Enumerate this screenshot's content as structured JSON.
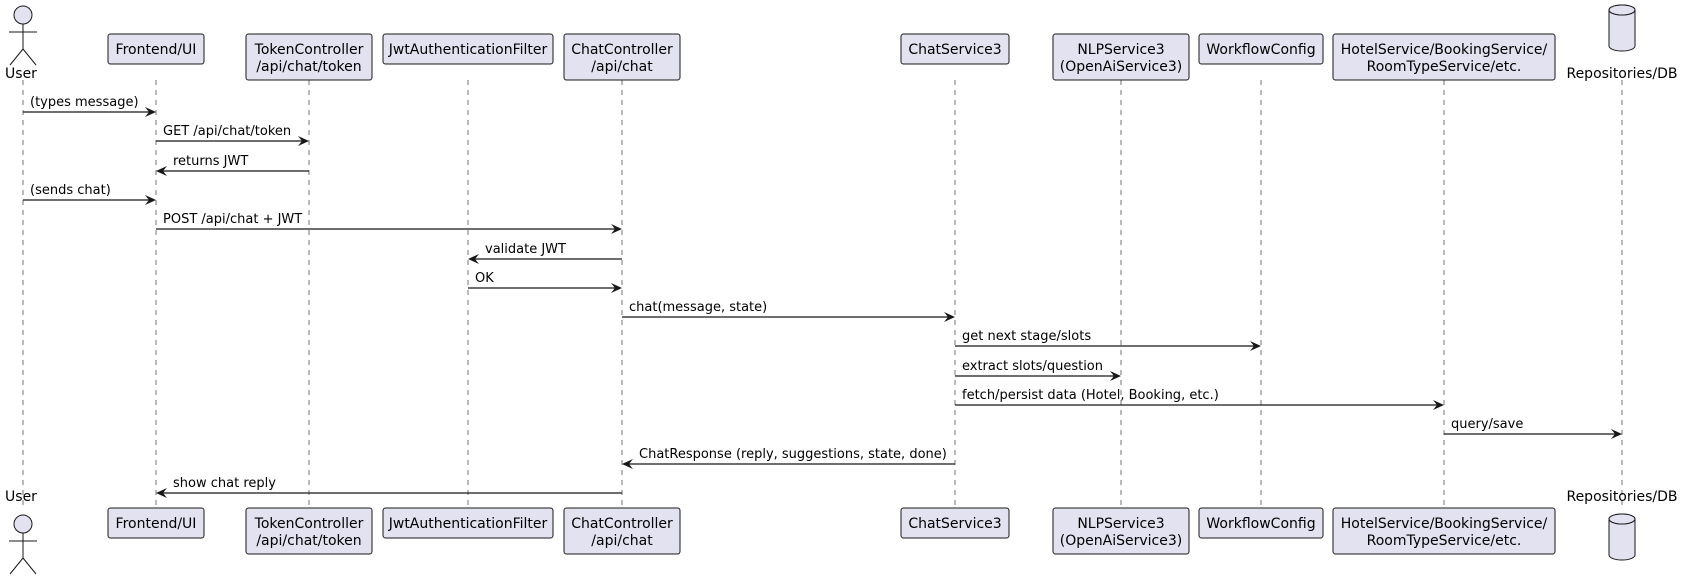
{
  "participants": [
    {
      "id": "user",
      "kind": "actor",
      "lines": [
        "User"
      ]
    },
    {
      "id": "frontend",
      "kind": "participant",
      "lines": [
        "Frontend/UI"
      ]
    },
    {
      "id": "token",
      "kind": "participant",
      "lines": [
        "TokenController",
        "/api/chat/token"
      ]
    },
    {
      "id": "jwt",
      "kind": "participant",
      "lines": [
        "JwtAuthenticationFilter"
      ]
    },
    {
      "id": "chatctl",
      "kind": "participant",
      "lines": [
        "ChatController",
        "/api/chat"
      ]
    },
    {
      "id": "chatsvc",
      "kind": "participant",
      "lines": [
        "ChatService3"
      ]
    },
    {
      "id": "nlp",
      "kind": "participant",
      "lines": [
        "NLPService3",
        "(OpenAiService3)"
      ]
    },
    {
      "id": "workflow",
      "kind": "participant",
      "lines": [
        "WorkflowConfig"
      ]
    },
    {
      "id": "hotel",
      "kind": "participant",
      "lines": [
        "HotelService/BookingService/",
        "RoomTypeService/etc."
      ]
    },
    {
      "id": "repo",
      "kind": "database",
      "lines": [
        "Repositories/DB"
      ]
    }
  ],
  "messages": [
    {
      "from": "user",
      "to": "frontend",
      "label": "(types message)"
    },
    {
      "from": "frontend",
      "to": "token",
      "label": "GET /api/chat/token"
    },
    {
      "from": "token",
      "to": "frontend",
      "label": "returns JWT"
    },
    {
      "from": "user",
      "to": "frontend",
      "label": "(sends chat)"
    },
    {
      "from": "frontend",
      "to": "chatctl",
      "label": "POST /api/chat + JWT"
    },
    {
      "from": "chatctl",
      "to": "jwt",
      "label": "validate JWT"
    },
    {
      "from": "jwt",
      "to": "chatctl",
      "label": "OK"
    },
    {
      "from": "chatctl",
      "to": "chatsvc",
      "label": "chat(message, state)"
    },
    {
      "from": "chatsvc",
      "to": "workflow",
      "label": "get next stage/slots"
    },
    {
      "from": "chatsvc",
      "to": "nlp",
      "label": "extract slots/question"
    },
    {
      "from": "chatsvc",
      "to": "hotel",
      "label": "fetch/persist data (Hotel, Booking, etc.)"
    },
    {
      "from": "hotel",
      "to": "repo",
      "label": "query/save"
    },
    {
      "from": "chatsvc",
      "to": "chatctl",
      "label": "ChatResponse (reply, suggestions, state, done)"
    },
    {
      "from": "chatctl",
      "to": "frontend",
      "label": "show chat reply"
    }
  ]
}
